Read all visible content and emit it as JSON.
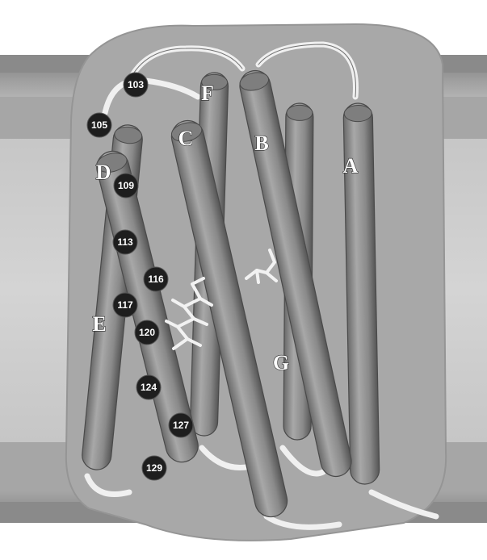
{
  "helices": [
    {
      "id": "A",
      "label": "A"
    },
    {
      "id": "B",
      "label": "B"
    },
    {
      "id": "C",
      "label": "C"
    },
    {
      "id": "D",
      "label": "D"
    },
    {
      "id": "E",
      "label": "E"
    },
    {
      "id": "F",
      "label": "F"
    },
    {
      "id": "G",
      "label": "G"
    }
  ],
  "residues": [
    "103",
    "105",
    "109",
    "113",
    "116",
    "117",
    "120",
    "124",
    "127",
    "129"
  ],
  "colors": {
    "background": "#ffffff",
    "membrane_band_outer": "#8f8f8f",
    "membrane_band_inner": "#c9c9c9",
    "protein_envelope": "#a9a9a9",
    "helix_light": "#9a9a9a",
    "helix_dark": "#5c5c5c",
    "residue_marker": "#1e1e1e",
    "retinal": "#f2f2f2"
  }
}
